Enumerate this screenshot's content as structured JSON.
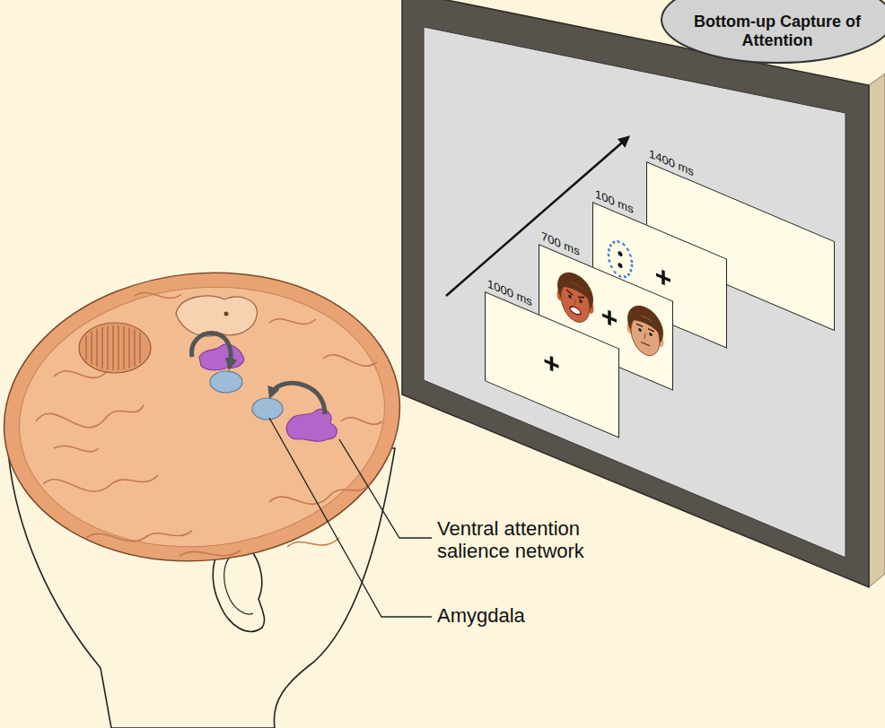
{
  "diagram": {
    "nodes": [
      {
        "text": [
          "Bottom-up Capture of Attention"
        ]
      },
      {
        "text": [
          "1000 ms"
        ]
      },
      {
        "text": [
          "700 ms"
        ]
      },
      {
        "text": [
          "100 ms"
        ]
      },
      {
        "text": [
          "1400 ms"
        ]
      }
    ],
    "labels": [
      "Ventral attention salience network",
      "Amygdala"
    ]
  }
}
